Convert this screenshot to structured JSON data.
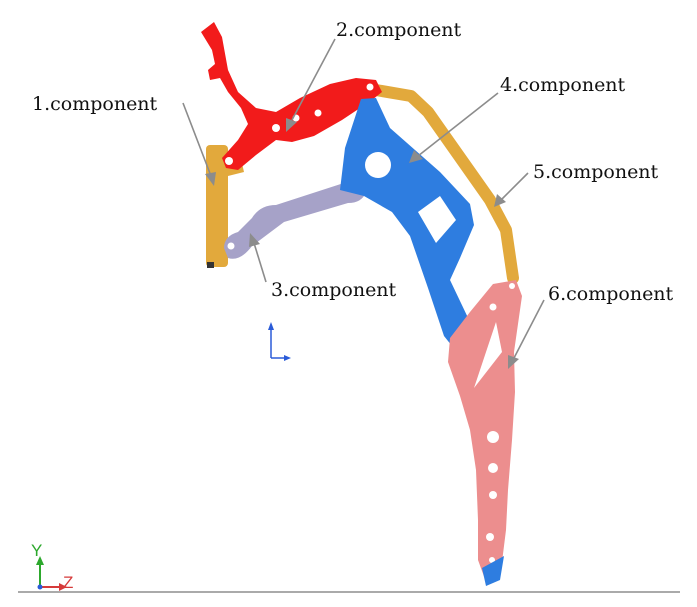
{
  "diagram": {
    "labels": {
      "c1": "1.component",
      "c2": "2.component",
      "c3": "3.component",
      "c4": "4.component",
      "c5": "5.component",
      "c6": "6.component"
    },
    "triad": {
      "y_label": "Y",
      "z_label": "Z"
    }
  },
  "colors": {
    "component1": "#E2A93C",
    "component2": "#F21B1B",
    "component3": "#A6A2C8",
    "component4": "#2E7DE0",
    "component5": "#E2A93C",
    "component6": "#EC8E8E",
    "leader": "#8C8C8C",
    "axis_y": "#2DA82D",
    "axis_z": "#D63A3A",
    "axis_x": "#2A5BD8"
  }
}
